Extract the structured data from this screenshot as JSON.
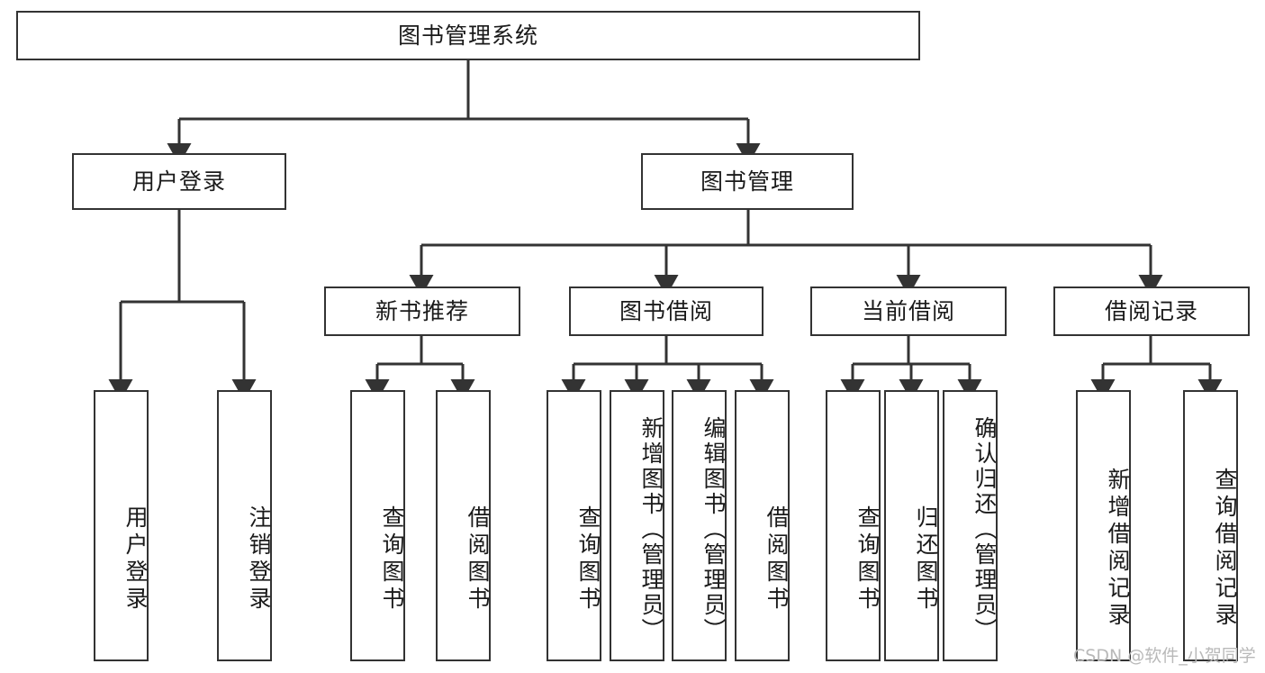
{
  "diagram": {
    "type": "tree",
    "title": "图书管理系统",
    "orientation": "top-down",
    "levels": 4,
    "root": {
      "id": "root",
      "label": "图书管理系统",
      "children": [
        {
          "id": "user-login",
          "label": "用户登录",
          "children": [
            {
              "id": "user-login-login",
              "label": "用户登录"
            },
            {
              "id": "user-login-logout",
              "label": "注销登录"
            }
          ]
        },
        {
          "id": "book-management",
          "label": "图书管理",
          "children": [
            {
              "id": "new-book-recommend",
              "label": "新书推荐",
              "children": [
                {
                  "id": "nbr-query-book",
                  "label": "查询图书"
                },
                {
                  "id": "nbr-borrow-book",
                  "label": "借阅图书"
                }
              ]
            },
            {
              "id": "book-borrow",
              "label": "图书借阅",
              "children": [
                {
                  "id": "bb-query-book",
                  "label": "查询图书"
                },
                {
                  "id": "bb-add-book",
                  "label": "新增图书（管理员）"
                },
                {
                  "id": "bb-edit-book",
                  "label": "编辑图书（管理员）"
                },
                {
                  "id": "bb-borrow-book",
                  "label": "借阅图书"
                }
              ]
            },
            {
              "id": "current-borrow",
              "label": "当前借阅",
              "children": [
                {
                  "id": "cb-query-book",
                  "label": "查询图书"
                },
                {
                  "id": "cb-return-book",
                  "label": "归还图书"
                },
                {
                  "id": "cb-confirm-return",
                  "label": "确认归还（管理员）"
                }
              ]
            },
            {
              "id": "borrow-record",
              "label": "借阅记录",
              "children": [
                {
                  "id": "br-add-record",
                  "label": "新增借阅记录"
                },
                {
                  "id": "br-query-record",
                  "label": "查询借阅记录"
                }
              ]
            }
          ]
        }
      ]
    }
  },
  "watermark": {
    "text": "CSDN @软件_小贺同学"
  },
  "colors": {
    "stroke": "#333333",
    "background": "#ffffff",
    "text": "#1a1a1a",
    "watermark": "#b9b9b9"
  }
}
